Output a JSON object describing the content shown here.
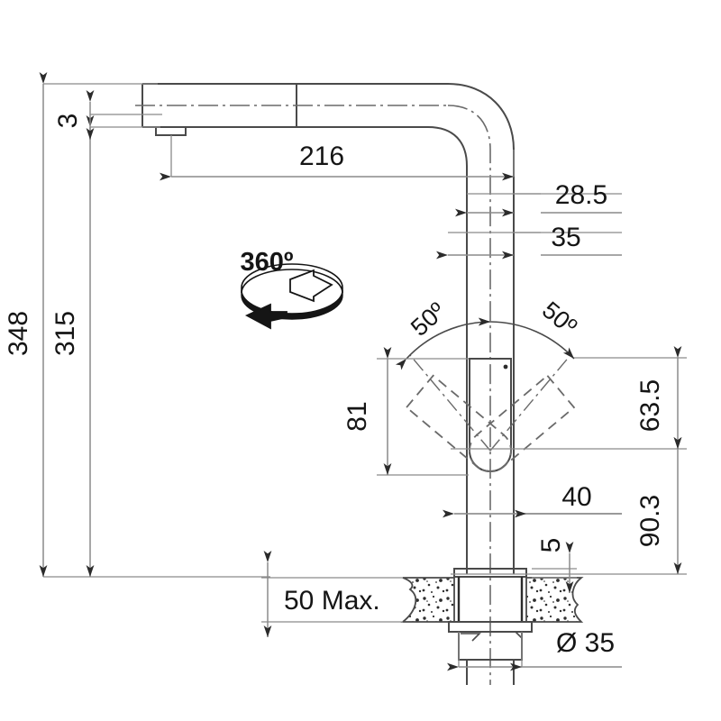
{
  "drawing": {
    "title": "Kitchen mixer tap technical dimension drawing",
    "units": "mm",
    "line_color": "#4a4a4a",
    "text_color": "#151515",
    "background": "#ffffff"
  },
  "dimensions": {
    "overall_height": "348",
    "spout_height": "315",
    "spout_tip_thickness": "3",
    "spout_reach": "216",
    "column_inner_width": "28.5",
    "column_outer_width": "35",
    "handle_height": "81",
    "handle_to_column_right": "63.5",
    "base_to_handle_pivot": "90.3",
    "base_flange_width": "40",
    "flange_thickness": "5",
    "counter_thickness_max": "50 Max.",
    "mount_hole_diameter": "Ø 35",
    "swivel_angle": "360º",
    "handle_angle_left": "50º",
    "handle_angle_right": "50º"
  },
  "labels": [
    {
      "id": "h348",
      "text": "348",
      "orientation": "vertical"
    },
    {
      "id": "h315",
      "text": "315",
      "orientation": "vertical"
    },
    {
      "id": "t3",
      "text": "3",
      "orientation": "vertical"
    },
    {
      "id": "reach216",
      "text": "216",
      "orientation": "horizontal"
    },
    {
      "id": "w285",
      "text": "28.5",
      "orientation": "horizontal"
    },
    {
      "id": "w35",
      "text": "35",
      "orientation": "horizontal"
    },
    {
      "id": "swivel",
      "text": "360º",
      "orientation": "horizontal"
    },
    {
      "id": "angleL",
      "text": "50º",
      "orientation": "rotated"
    },
    {
      "id": "angleR",
      "text": "50º",
      "orientation": "rotated"
    },
    {
      "id": "h81",
      "text": "81",
      "orientation": "vertical"
    },
    {
      "id": "h635",
      "text": "63.5",
      "orientation": "vertical"
    },
    {
      "id": "h903",
      "text": "90.3",
      "orientation": "vertical"
    },
    {
      "id": "w40",
      "text": "40",
      "orientation": "horizontal"
    },
    {
      "id": "t5",
      "text": "5",
      "orientation": "vertical"
    },
    {
      "id": "max50",
      "text": "50 Max.",
      "orientation": "horizontal"
    },
    {
      "id": "dia35",
      "text": "Ø 35",
      "orientation": "horizontal"
    }
  ]
}
